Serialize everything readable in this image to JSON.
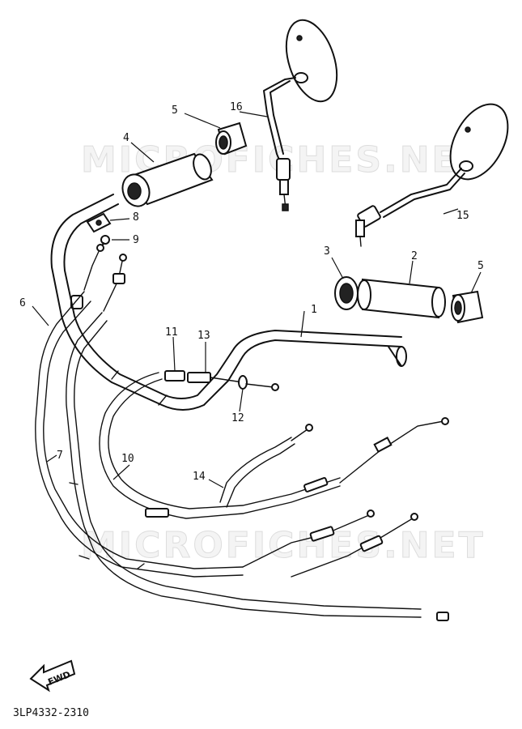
{
  "diagram": {
    "watermarks": [
      "MICROFICHES.NET",
      "MICROFICHES.NET"
    ],
    "callouts": {
      "c1": "1",
      "c2": "2",
      "c3": "3",
      "c4": "4",
      "c5a": "5",
      "c5b": "5",
      "c6": "6",
      "c7": "7",
      "c8": "8",
      "c9": "9",
      "c10": "10",
      "c11": "11",
      "c12": "12",
      "c13": "13",
      "c14": "14",
      "c15": "15",
      "c16": "16"
    },
    "direction_label": "FWD",
    "part_code": "3LP4332-2310"
  }
}
